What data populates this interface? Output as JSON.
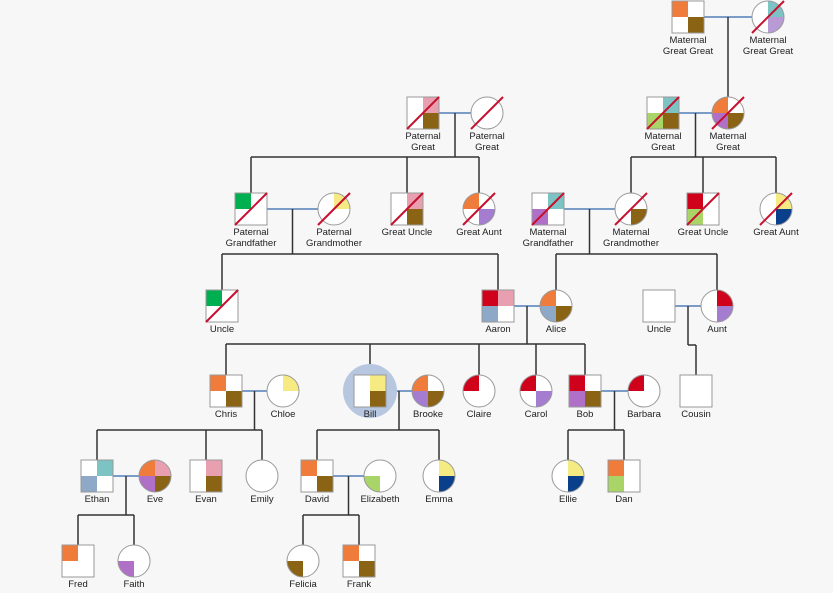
{
  "colors": {
    "orange": "#f07c3c",
    "brown": "#8a6414",
    "teal": "#7cc4c4",
    "lavender": "#b89ad4",
    "pink": "#e8a0b0",
    "green": "#00b050",
    "yellow": "#f5eb82",
    "red": "#d0021b",
    "steel": "#8ea8c8",
    "purple": "#a47dd0",
    "lime": "#a8d468",
    "navy": "#0a3f8c",
    "magenta": "#b070c8",
    "tan": "#c8a060",
    "link": "#7a9cc6",
    "line": "#333333",
    "deceased": "#c8102e",
    "highlight": "#b7c7e0"
  },
  "people": [
    {
      "id": "mgg1",
      "label": [
        "Maternal",
        "Great Great"
      ],
      "sex": "m",
      "deceased": false,
      "q": [
        "orange",
        "white",
        "white",
        "brown"
      ]
    },
    {
      "id": "mgg2",
      "label": [
        "Maternal",
        "Great Great"
      ],
      "sex": "f",
      "deceased": true,
      "q": [
        "white",
        "teal",
        "white",
        "lavender"
      ]
    },
    {
      "id": "pg1",
      "label": [
        "Paternal",
        "Great"
      ],
      "sex": "m",
      "deceased": true,
      "q": [
        "white",
        "pink",
        "white",
        "brown"
      ]
    },
    {
      "id": "pg2",
      "label": [
        "Paternal",
        "Great"
      ],
      "sex": "f",
      "deceased": true,
      "q": [
        "white",
        "white",
        "white",
        "white"
      ]
    },
    {
      "id": "mg1",
      "label": [
        "Maternal",
        "Great"
      ],
      "sex": "m",
      "deceased": true,
      "q": [
        "white",
        "teal",
        "lime",
        "brown"
      ]
    },
    {
      "id": "mg2",
      "label": [
        "Maternal",
        "Great"
      ],
      "sex": "f",
      "deceased": true,
      "q": [
        "orange",
        "white",
        "magenta",
        "brown"
      ]
    },
    {
      "id": "pgf",
      "label": [
        "Paternal",
        "Grandfather"
      ],
      "sex": "m",
      "deceased": true,
      "q": [
        "green",
        "white",
        "white",
        "white"
      ]
    },
    {
      "id": "pgm",
      "label": [
        "Paternal",
        "Grandmother"
      ],
      "sex": "f",
      "deceased": true,
      "q": [
        "white",
        "yellow",
        "white",
        "white"
      ]
    },
    {
      "id": "pgu",
      "label": [
        "Great Uncle"
      ],
      "sex": "m",
      "deceased": true,
      "q": [
        "white",
        "pink",
        "white",
        "brown"
      ]
    },
    {
      "id": "pga",
      "label": [
        "Great Aunt"
      ],
      "sex": "f",
      "deceased": true,
      "q": [
        "orange",
        "white",
        "white",
        "purple"
      ]
    },
    {
      "id": "mgf",
      "label": [
        "Maternal",
        "Grandfather"
      ],
      "sex": "m",
      "deceased": true,
      "q": [
        "white",
        "teal",
        "magenta",
        "white"
      ]
    },
    {
      "id": "mgm",
      "label": [
        "Maternal",
        "Grandmother"
      ],
      "sex": "f",
      "deceased": true,
      "q": [
        "white",
        "white",
        "white",
        "brown"
      ]
    },
    {
      "id": "mgu",
      "label": [
        "Great Uncle"
      ],
      "sex": "m",
      "deceased": true,
      "q": [
        "red",
        "white",
        "lime",
        "white"
      ]
    },
    {
      "id": "mga",
      "label": [
        "Great Aunt"
      ],
      "sex": "f",
      "deceased": true,
      "q": [
        "white",
        "yellow",
        "white",
        "navy"
      ]
    },
    {
      "id": "uncle1",
      "label": [
        "Uncle"
      ],
      "sex": "m",
      "deceased": true,
      "q": [
        "green",
        "white",
        "white",
        "white"
      ]
    },
    {
      "id": "aaron",
      "label": [
        "Aaron"
      ],
      "sex": "m",
      "deceased": false,
      "q": [
        "red",
        "pink",
        "steel",
        "white"
      ]
    },
    {
      "id": "alice",
      "label": [
        "Alice"
      ],
      "sex": "f",
      "deceased": false,
      "q": [
        "orange",
        "white",
        "steel",
        "brown"
      ]
    },
    {
      "id": "uncle2",
      "label": [
        "Uncle"
      ],
      "sex": "m",
      "deceased": false,
      "q": [
        "white",
        "white",
        "white",
        "white"
      ]
    },
    {
      "id": "aunt",
      "label": [
        "Aunt"
      ],
      "sex": "f",
      "deceased": false,
      "q": [
        "white",
        "red",
        "white",
        "purple"
      ]
    },
    {
      "id": "chris",
      "label": [
        "Chris"
      ],
      "sex": "m",
      "deceased": false,
      "q": [
        "orange",
        "white",
        "white",
        "brown"
      ]
    },
    {
      "id": "chloe",
      "label": [
        "Chloe"
      ],
      "sex": "f",
      "deceased": false,
      "q": [
        "white",
        "yellow",
        "white",
        "white"
      ]
    },
    {
      "id": "bill",
      "label": [
        "Bill"
      ],
      "sex": "m",
      "deceased": false,
      "proband": true,
      "q": [
        "white",
        "yellow",
        "white",
        "brown"
      ]
    },
    {
      "id": "brooke",
      "label": [
        "Brooke"
      ],
      "sex": "f",
      "deceased": false,
      "q": [
        "orange",
        "white",
        "purple",
        "brown"
      ]
    },
    {
      "id": "claire",
      "label": [
        "Claire"
      ],
      "sex": "f",
      "deceased": false,
      "q": [
        "red",
        "white",
        "white",
        "white"
      ]
    },
    {
      "id": "carol",
      "label": [
        "Carol"
      ],
      "sex": "f",
      "deceased": false,
      "q": [
        "red",
        "white",
        "white",
        "purple"
      ]
    },
    {
      "id": "bob",
      "label": [
        "Bob"
      ],
      "sex": "m",
      "deceased": false,
      "q": [
        "red",
        "white",
        "magenta",
        "brown"
      ]
    },
    {
      "id": "barbara",
      "label": [
        "Barbara"
      ],
      "sex": "f",
      "deceased": false,
      "q": [
        "red",
        "white",
        "white",
        "white"
      ]
    },
    {
      "id": "cousin",
      "label": [
        "Cousin"
      ],
      "sex": "m",
      "deceased": false,
      "q": [
        "white",
        "white",
        "white",
        "white"
      ]
    },
    {
      "id": "ethan",
      "label": [
        "Ethan"
      ],
      "sex": "m",
      "deceased": false,
      "q": [
        "white",
        "teal",
        "steel",
        "white"
      ]
    },
    {
      "id": "eve",
      "label": [
        "Eve"
      ],
      "sex": "f",
      "deceased": false,
      "q": [
        "orange",
        "pink",
        "magenta",
        "brown"
      ]
    },
    {
      "id": "evan",
      "label": [
        "Evan"
      ],
      "sex": "m",
      "deceased": false,
      "q": [
        "white",
        "pink",
        "white",
        "brown"
      ]
    },
    {
      "id": "emily",
      "label": [
        "Emily"
      ],
      "sex": "f",
      "deceased": false,
      "q": [
        "white",
        "white",
        "white",
        "white"
      ]
    },
    {
      "id": "david",
      "label": [
        "David"
      ],
      "sex": "m",
      "deceased": false,
      "q": [
        "orange",
        "white",
        "white",
        "brown"
      ]
    },
    {
      "id": "elizabeth",
      "label": [
        "Elizabeth"
      ],
      "sex": "f",
      "deceased": false,
      "q": [
        "white",
        "white",
        "lime",
        "white"
      ]
    },
    {
      "id": "emma",
      "label": [
        "Emma"
      ],
      "sex": "f",
      "deceased": false,
      "q": [
        "white",
        "yellow",
        "white",
        "navy"
      ]
    },
    {
      "id": "ellie",
      "label": [
        "Ellie"
      ],
      "sex": "f",
      "deceased": false,
      "q": [
        "white",
        "yellow",
        "white",
        "navy"
      ]
    },
    {
      "id": "dan",
      "label": [
        "Dan"
      ],
      "sex": "m",
      "deceased": false,
      "q": [
        "orange",
        "white",
        "lime",
        "white"
      ]
    },
    {
      "id": "fred",
      "label": [
        "Fred"
      ],
      "sex": "m",
      "deceased": false,
      "q": [
        "orange",
        "white",
        "white",
        "white"
      ]
    },
    {
      "id": "faith",
      "label": [
        "Faith"
      ],
      "sex": "f",
      "deceased": false,
      "q": [
        "white",
        "white",
        "magenta",
        "white"
      ]
    },
    {
      "id": "felicia",
      "label": [
        "Felicia"
      ],
      "sex": "f",
      "deceased": false,
      "q": [
        "white",
        "white",
        "brown",
        "white"
      ]
    },
    {
      "id": "frank",
      "label": [
        "Frank"
      ],
      "sex": "m",
      "deceased": false,
      "q": [
        "orange",
        "white",
        "white",
        "brown"
      ]
    }
  ],
  "partners": [
    [
      "mgg1",
      "mgg2"
    ],
    [
      "pg1",
      "pg2"
    ],
    [
      "mg1",
      "mg2"
    ],
    [
      "pgf",
      "pgm"
    ],
    [
      "mgf",
      "mgm"
    ],
    [
      "aaron",
      "alice"
    ],
    [
      "uncle2",
      "aunt"
    ],
    [
      "chris",
      "chloe"
    ],
    [
      "bill",
      "brooke"
    ],
    [
      "bob",
      "barbara"
    ],
    [
      "ethan",
      "eve"
    ],
    [
      "david",
      "elizabeth"
    ]
  ],
  "families": [
    {
      "parents": [
        "mgg1",
        "mgg2"
      ],
      "children": [
        "mg2"
      ]
    },
    {
      "parents": [
        "pg1",
        "pg2"
      ],
      "children": [
        "pgf",
        "pgu",
        "pga"
      ]
    },
    {
      "parents": [
        "mg1",
        "mg2"
      ],
      "children": [
        "mgm",
        "mgu",
        "mga"
      ]
    },
    {
      "parents": [
        "pgf",
        "pgm"
      ],
      "children": [
        "uncle1",
        "aaron"
      ]
    },
    {
      "parents": [
        "mgf",
        "mgm"
      ],
      "children": [
        "alice",
        "aunt"
      ]
    },
    {
      "parents": [
        "aaron",
        "alice"
      ],
      "children": [
        "chris",
        "bill",
        "claire",
        "carol",
        "bob"
      ]
    },
    {
      "parents": [
        "uncle2",
        "aunt"
      ],
      "children": [
        "cousin"
      ]
    },
    {
      "parents": [
        "chris",
        "chloe"
      ],
      "children": [
        "ethan",
        "evan",
        "emily"
      ]
    },
    {
      "parents": [
        "bill",
        "brooke"
      ],
      "children": [
        "david",
        "emma"
      ]
    },
    {
      "parents": [
        "bob",
        "barbara"
      ],
      "children": [
        "ellie",
        "dan"
      ]
    },
    {
      "parents": [
        "ethan",
        "eve"
      ],
      "children": [
        "fred",
        "faith"
      ]
    },
    {
      "parents": [
        "david",
        "elizabeth"
      ],
      "children": [
        "felicia",
        "frank"
      ]
    }
  ]
}
